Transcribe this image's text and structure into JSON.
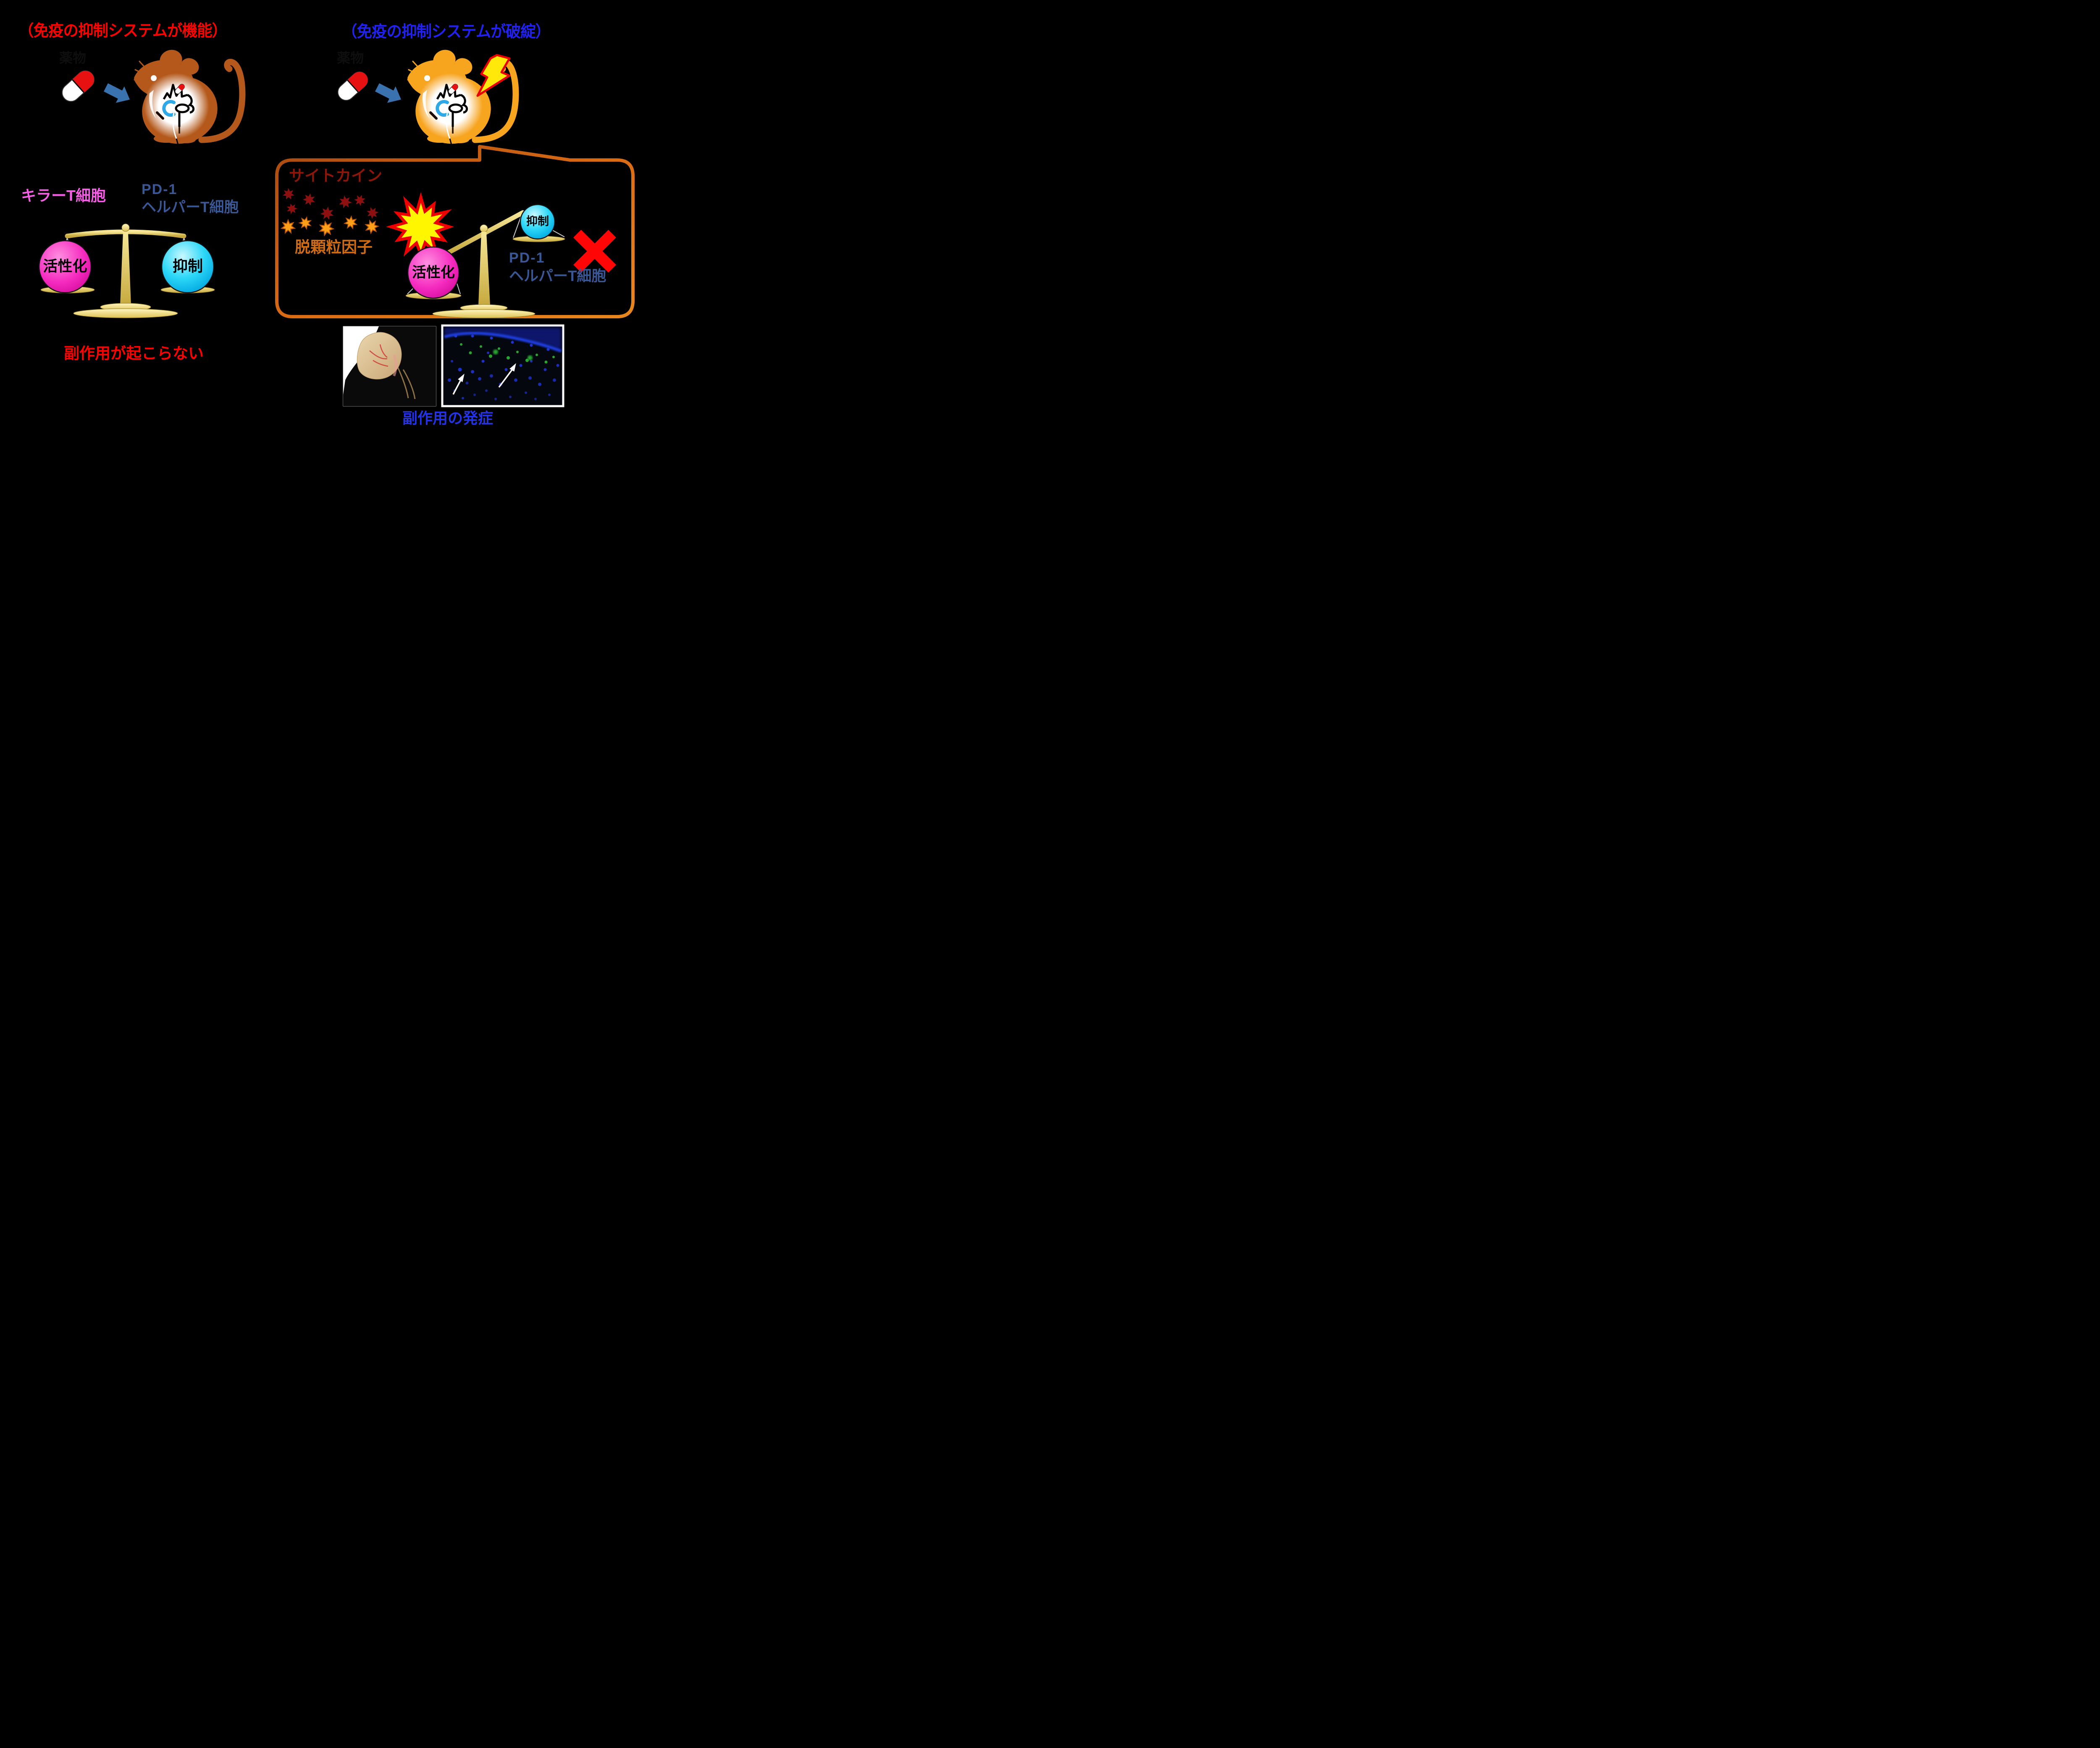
{
  "left_panel": {
    "title": "（免疫の抑制システムが機能）",
    "title_color": "#FF0000",
    "drug_label": "薬物",
    "killer_t_label": "キラーT細胞",
    "pd1_label": "PD-1",
    "helper_t_label": "ヘルパーT細胞",
    "balance": {
      "state": "balanced",
      "activation_label": "活性化",
      "suppression_label": "抑制"
    },
    "outcome_label": "副作用が起こらない"
  },
  "right_panel": {
    "title": "（免疫の抑制システムが破綻）",
    "title_color": "#2222F0",
    "drug_label": "薬物",
    "bubble": {
      "cytokine_label": "サイトカイン",
      "degranulation_label": "脱顆粒因子",
      "dark_red_star_count": 7,
      "orange_star_count": 5,
      "balance": {
        "state": "tilted-left-down",
        "activation_label": "活性化",
        "suppression_label": "抑制"
      },
      "pd1_label": "PD-1",
      "helper_t_label": "ヘルパーT細胞",
      "x_icon": "x-mark"
    },
    "photos": {
      "caption": "副作用の発症",
      "left": "mouse-ear-photo",
      "right": "fluorescence-micrograph"
    }
  },
  "icons": {
    "capsule": "red-white-pill",
    "arrow": "blue-block-arrow",
    "lightning": "lightning-bolt",
    "explosion": "starburst",
    "x_mark": "red-cross",
    "balance": "balance-scale",
    "mouse": "mouse-with-antibody-glow"
  },
  "colors": {
    "background": "#000000",
    "title_left": "#FF0000",
    "title_right": "#2222F0",
    "killer_t": "#F55FE6",
    "t_cell_blue": "#3A5795",
    "cytokine": "#8C1708",
    "degranulation": "#D06C14",
    "bubble_border": "#C86418",
    "activation_ball": "#F52ABF",
    "suppression_ball": "#2ED8F8",
    "scale_gold": "#E2C85E",
    "mouse_left": "#B4591B",
    "mouse_right": "#F7A41F",
    "starburst_fill": "#FFF600",
    "starburst_edge": "#EE0000",
    "x_mark": "#FF0505",
    "outcome_red": "#FF0000",
    "caption_blue": "#2433E8"
  }
}
